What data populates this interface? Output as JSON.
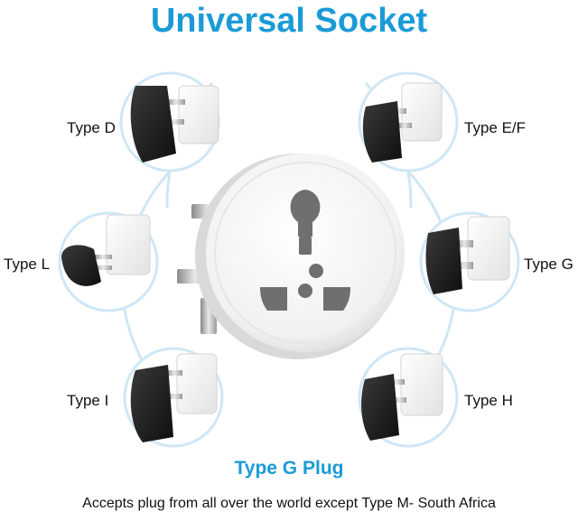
{
  "title": "Universal Socket",
  "plug_types": [
    {
      "label": "Type D"
    },
    {
      "label": "Type E/F"
    },
    {
      "label": "Type L"
    },
    {
      "label": "Type G"
    },
    {
      "label": "Type I"
    },
    {
      "label": "Type H"
    }
  ],
  "subtitle": "Type G Plug",
  "caption": "Accepts plug from all over the world except Type M- South Africa",
  "colors": {
    "accent": "#1a9bd7",
    "text": "#111111",
    "ring": "#cfe7f5"
  }
}
